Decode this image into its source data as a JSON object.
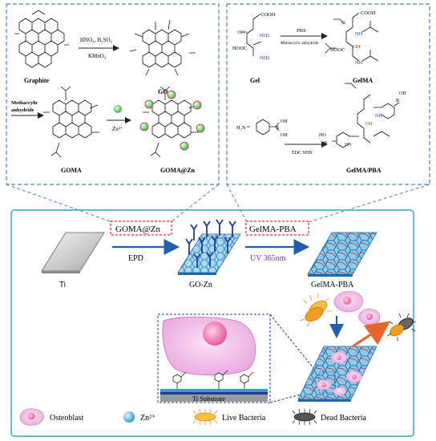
{
  "colors": {
    "dash_box": "#4a7fc0",
    "bottom_box": "#3a9bd0",
    "red_label_border": "#e0302a",
    "uv_text": "#7a2fb0",
    "arrow_blue": "#1f5fb0",
    "arrow_orange": "#e8642a",
    "zn_green": "#3fcf4f",
    "osteoblast_fill": "#f2c0ea",
    "osteoblast_nucleus": "#f07ab8",
    "bacteria_orange": "#f0a020",
    "mesh_blue": "#4aa8d8",
    "mesh_red": "#c03040"
  },
  "left_panel": {
    "graphite_label": "Graphite",
    "reagent_top_1": "HNO₃, H₂SO₄",
    "reagent_top_2": "KMnO₄",
    "go_label": "GO",
    "methacrylic_1": "Methacrylic",
    "methacrylic_2": "anhydride",
    "zn_reagent": "Zn²⁺",
    "goma_label": "GOMA",
    "goma_zn_label": "GOMA@Zn"
  },
  "right_panel": {
    "cooh": "COOH",
    "ho": "HO",
    "nh2_1": "NH2",
    "nh2_2": "NH2",
    "hooc": "HOOC",
    "gel_label": "Gel",
    "pbs": "PBS",
    "methacrylic_anhydride": "Methacrylic anhydride",
    "gelma_label": "GelMA",
    "h2n": "H₂N",
    "edc_nhs": "EDC NHS",
    "gelma_pba_label": "GelMA/PBA"
  },
  "bottom_panel": {
    "goma_zn_box": "GOMA@Zn",
    "epd": "EPD",
    "gelma_pba_box": "GelMA-PBA",
    "uv": "UV 365nm",
    "ti": "Ti",
    "go_zn": "GO-Zn",
    "gelma_pba": "GelMA-PBA",
    "ti_substrate": "Ti Substrate"
  },
  "legend": [
    {
      "icon": "osteoblast-icon",
      "label": "Osteoblast"
    },
    {
      "icon": "zinc-ion-icon",
      "label": "Zn²⁺"
    },
    {
      "icon": "live-bacteria-icon",
      "label": "Live Bacteria"
    },
    {
      "icon": "dead-bacteria-icon",
      "label": "Dead Bacteria"
    }
  ]
}
